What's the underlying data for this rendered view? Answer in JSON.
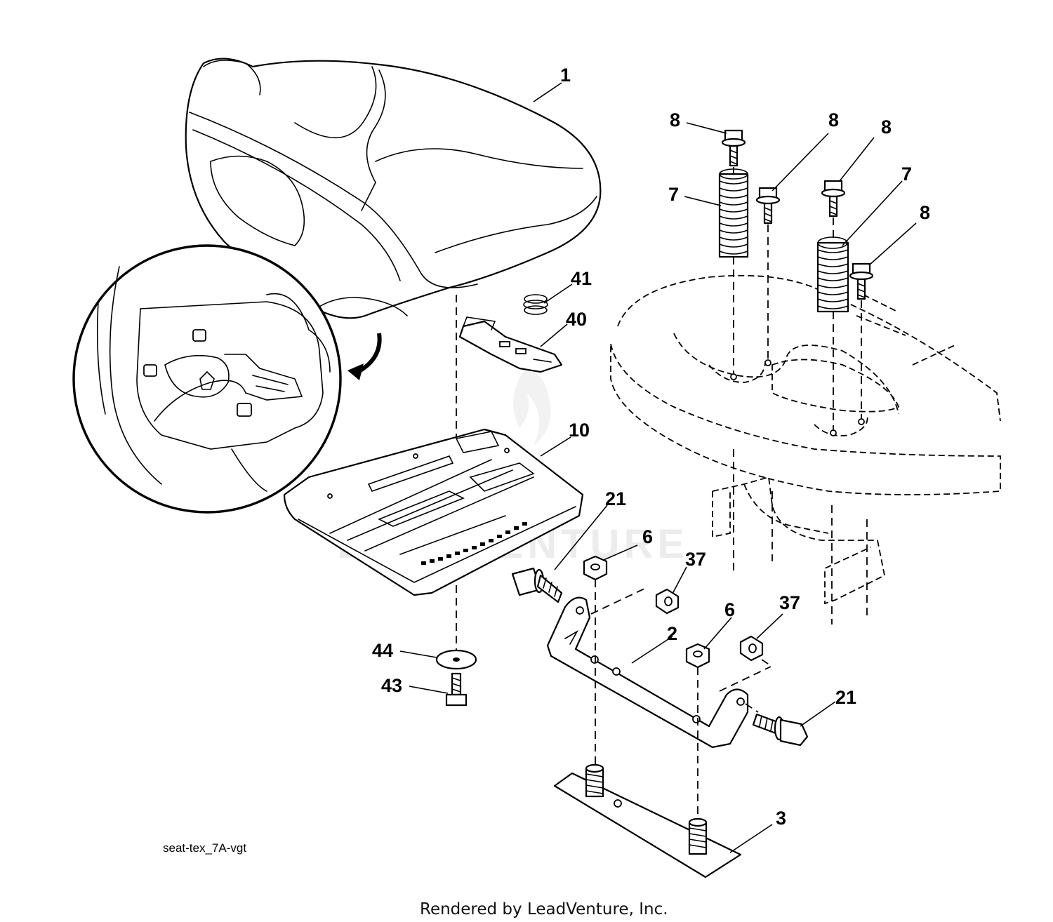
{
  "callouts": [
    {
      "id": "c1",
      "label": "1"
    },
    {
      "id": "c8a",
      "label": "8"
    },
    {
      "id": "c8b",
      "label": "8"
    },
    {
      "id": "c8c",
      "label": "8"
    },
    {
      "id": "c7a",
      "label": "7"
    },
    {
      "id": "c7b",
      "label": "7"
    },
    {
      "id": "c8d",
      "label": "8"
    },
    {
      "id": "c41",
      "label": "41"
    },
    {
      "id": "c40",
      "label": "40"
    },
    {
      "id": "c10",
      "label": "10"
    },
    {
      "id": "c21a",
      "label": "21"
    },
    {
      "id": "c6a",
      "label": "6"
    },
    {
      "id": "c37a",
      "label": "37"
    },
    {
      "id": "c6b",
      "label": "6"
    },
    {
      "id": "c37b",
      "label": "37"
    },
    {
      "id": "c2",
      "label": "2"
    },
    {
      "id": "c44",
      "label": "44"
    },
    {
      "id": "c43",
      "label": "43"
    },
    {
      "id": "c21b",
      "label": "21"
    },
    {
      "id": "c3",
      "label": "3"
    }
  ],
  "drawing_code": "seat-tex_7A-vgt",
  "credit": "Rendered by LeadVenture, Inc.",
  "watermark_logo_text": "LEADVENTURE"
}
